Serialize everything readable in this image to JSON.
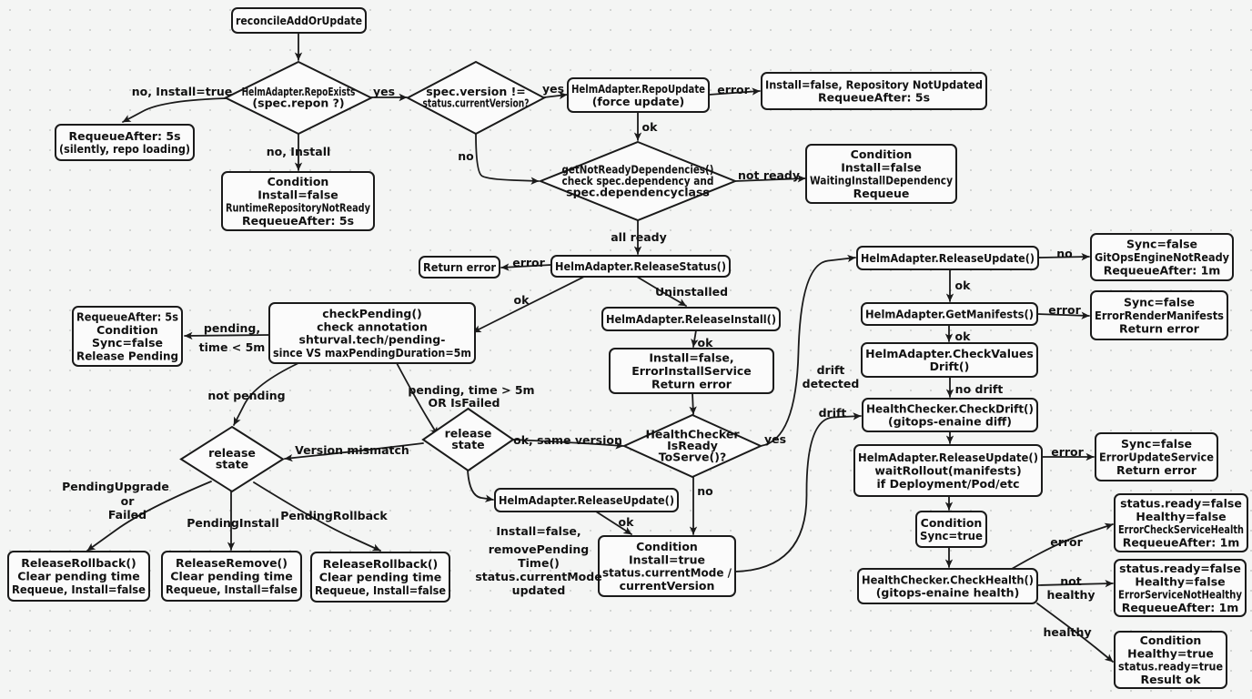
{
  "diagram": {
    "nodes": [
      {
        "id": "reconcile",
        "shape": "rect",
        "lines": [
          "reconcileAddOrUpdate"
        ]
      },
      {
        "id": "repo_exists",
        "shape": "diamond",
        "lines": [
          "HelmAdapter.RepoExists",
          "(spec.repon ?)"
        ]
      },
      {
        "id": "requeue_5s",
        "shape": "rect",
        "lines": [
          "RequeueAfter: 5s",
          "(silently, repo loading)"
        ]
      },
      {
        "id": "runtime_repo",
        "shape": "rect",
        "lines": [
          "Condition",
          "Install=false",
          "RuntimeRepositoryNotReady",
          "RequeueAfter: 5s"
        ]
      },
      {
        "id": "version_check",
        "shape": "diamond",
        "lines": [
          "spec.version !=",
          "status.currentVersion?"
        ]
      },
      {
        "id": "repo_update",
        "shape": "rect",
        "lines": [
          "HelmAdapter.RepoUpdate",
          "(force update)"
        ]
      },
      {
        "id": "repo_not_updated",
        "shape": "rect",
        "lines": [
          "Install=false, Repository NotUpdated",
          "RequeueAfter: 5s"
        ]
      },
      {
        "id": "deps",
        "shape": "diamond",
        "lines": [
          "getNotReadyDependencies()",
          "check spec.dependency and",
          "spec.dependencyclass"
        ]
      },
      {
        "id": "waiting_dep",
        "shape": "rect",
        "lines": [
          "Condition",
          "Install=false",
          "WaitingInstallDependency",
          "Requeue"
        ]
      },
      {
        "id": "release_status",
        "shape": "rect",
        "lines": [
          "HelmAdapter.ReleaseStatus()"
        ]
      },
      {
        "id": "return_error",
        "shape": "rect",
        "lines": [
          "Return error"
        ]
      },
      {
        "id": "check_pending",
        "shape": "rect",
        "lines": [
          "checkPending()",
          "check annotation",
          "shturval.tech/pending-",
          "since VS maxPendingDuration=5m"
        ]
      },
      {
        "id": "pending_release",
        "shape": "rect",
        "lines": [
          "RequeueAfter: 5s",
          "Condition",
          "Sync=false",
          "Release Pending"
        ]
      },
      {
        "id": "release_install",
        "shape": "rect",
        "lines": [
          "HelmAdapter.ReleaseInstall()"
        ]
      },
      {
        "id": "install_error",
        "shape": "rect",
        "lines": [
          "Install=false,",
          "ErrorInstallService",
          "Return error"
        ]
      },
      {
        "id": "release_state_1",
        "shape": "diamond",
        "lines": [
          "release",
          "state"
        ]
      },
      {
        "id": "release_state_2",
        "shape": "diamond",
        "lines": [
          "release",
          "state"
        ]
      },
      {
        "id": "health_ready",
        "shape": "diamond",
        "lines": [
          "HealthChecker",
          "IsReady",
          "ToServe()?"
        ]
      },
      {
        "id": "rollback_1",
        "shape": "rect",
        "lines": [
          "ReleaseRollback()",
          "Clear pending time",
          "Requeue, Install=false"
        ]
      },
      {
        "id": "remove",
        "shape": "rect",
        "lines": [
          "ReleaseRemove()",
          "Clear pending time",
          "Requeue, Install=false"
        ]
      },
      {
        "id": "rollback_2",
        "shape": "rect",
        "lines": [
          "ReleaseRollback()",
          "Clear pending time",
          "Requeue, Install=false"
        ]
      },
      {
        "id": "release_update_mid",
        "shape": "rect",
        "lines": [
          "HelmAdapter.ReleaseUpdate()"
        ]
      },
      {
        "id": "install_true",
        "shape": "rect",
        "lines": [
          "Condition",
          "Install=true",
          "status.currentMode /",
          "currentVersion"
        ]
      },
      {
        "id": "release_update_top",
        "shape": "rect",
        "lines": [
          "HelmAdapter.ReleaseUpdate()"
        ]
      },
      {
        "id": "gitops_not_ready",
        "shape": "rect",
        "lines": [
          "Sync=false",
          "GitOpsEngineNotReady",
          "RequeueAfter: 1m"
        ]
      },
      {
        "id": "get_manifests",
        "shape": "rect",
        "lines": [
          "HelmAdapter.GetManifests()"
        ]
      },
      {
        "id": "render_error",
        "shape": "rect",
        "lines": [
          "Sync=false",
          "ErrorRenderManifests",
          "Return error"
        ]
      },
      {
        "id": "check_values",
        "shape": "rect",
        "lines": [
          "HelmAdapter.CheckValues",
          "Drift()"
        ]
      },
      {
        "id": "check_drift",
        "shape": "rect",
        "lines": [
          "HealthChecker.CheckDrift()",
          "(gitops-enaine diff)"
        ]
      },
      {
        "id": "release_update_wait",
        "shape": "rect",
        "lines": [
          "HelmAdapter.ReleaseUpdate()",
          "waitRollout(manifests)",
          "if Deployment/Pod/etc"
        ]
      },
      {
        "id": "update_error",
        "shape": "rect",
        "lines": [
          "Sync=false",
          "ErrorUpdateService",
          "Return error"
        ]
      },
      {
        "id": "sync_true",
        "shape": "rect",
        "lines": [
          "Condition",
          "Sync=true"
        ]
      },
      {
        "id": "check_health",
        "shape": "rect",
        "lines": [
          "HealthChecker.CheckHealth()",
          "(gitops-enaine health)"
        ]
      },
      {
        "id": "health_error",
        "shape": "rect",
        "lines": [
          "status.ready=false",
          "Healthy=false",
          "ErrorCheckServiceHealth",
          "RequeueAfter: 1m"
        ]
      },
      {
        "id": "health_not_healthy",
        "shape": "rect",
        "lines": [
          "status.ready=false",
          "Healthy=false",
          "ErrorServiceNotHealthy",
          "RequeueAfter: 1m"
        ]
      },
      {
        "id": "health_ok",
        "shape": "rect",
        "lines": [
          "Condition",
          "Healthy=true",
          "status.ready=true",
          "Result ok"
        ]
      }
    ],
    "edges": [
      {
        "from": "reconcile",
        "to": "repo_exists",
        "label": []
      },
      {
        "from": "repo_exists",
        "to": "requeue_5s",
        "label": [
          "no, Install=true"
        ]
      },
      {
        "from": "repo_exists",
        "to": "runtime_repo",
        "label": [
          "no, Install"
        ]
      },
      {
        "from": "repo_exists",
        "to": "version_check",
        "label": [
          "yes"
        ]
      },
      {
        "from": "version_check",
        "to": "repo_update",
        "label": [
          "yes"
        ]
      },
      {
        "from": "version_check",
        "to": "deps",
        "label": [
          "no"
        ]
      },
      {
        "from": "repo_update",
        "to": "repo_not_updated",
        "label": [
          "error"
        ]
      },
      {
        "from": "repo_update",
        "to": "deps",
        "label": [
          "ok"
        ]
      },
      {
        "from": "deps",
        "to": "waiting_dep",
        "label": [
          "not ready"
        ]
      },
      {
        "from": "deps",
        "to": "release_status",
        "label": [
          "all ready"
        ]
      },
      {
        "from": "release_status",
        "to": "return_error",
        "label": [
          "error"
        ]
      },
      {
        "from": "release_status",
        "to": "check_pending",
        "label": [
          "ok"
        ]
      },
      {
        "from": "release_status",
        "to": "release_install",
        "label": [
          "Uninstalled"
        ]
      },
      {
        "from": "check_pending",
        "to": "pending_release",
        "label": [
          "pending,",
          "time < 5m"
        ]
      },
      {
        "from": "check_pending",
        "to": "release_state_1",
        "label": [
          "not pending"
        ]
      },
      {
        "from": "check_pending",
        "to": "release_state_2",
        "label": [
          "pending, time > 5m",
          "OR IsFailed"
        ]
      },
      {
        "from": "release_state_2",
        "to": "release_state_1",
        "label": [
          "Version mismatch"
        ]
      },
      {
        "from": "release_state_2",
        "to": "health_ready",
        "label": [
          "ok, same version"
        ]
      },
      {
        "from": "release_state_2",
        "to": "release_update_mid",
        "label": []
      },
      {
        "from": "release_state_1",
        "to": "rollback_1",
        "label": [
          "PendingUpgrade",
          "or",
          "Failed"
        ]
      },
      {
        "from": "release_state_1",
        "to": "remove",
        "label": [
          "PendingInstall"
        ]
      },
      {
        "from": "release_state_1",
        "to": "rollback_2",
        "label": [
          "PendingRollback"
        ]
      },
      {
        "from": "release_install",
        "to": "install_error",
        "label": [
          "ok"
        ]
      },
      {
        "from": "install_error",
        "to": "health_ready",
        "label": []
      },
      {
        "from": "health_ready",
        "to": "release_update_top",
        "label": [
          "yes"
        ]
      },
      {
        "from": "health_ready",
        "to": "install_true",
        "label": [
          "no"
        ]
      },
      {
        "from": "release_update_mid",
        "to": "install_true",
        "label": [
          "ok"
        ]
      },
      {
        "from": "release_update_mid",
        "to": "install_true",
        "label": [
          "Install=false,",
          "removePending",
          "Time()",
          "status.currentMode",
          "updated"
        ]
      },
      {
        "from": "install_true",
        "to": "check_drift",
        "label": [
          "drift"
        ]
      },
      {
        "from": "release_update_top",
        "to": "gitops_not_ready",
        "label": [
          "no"
        ]
      },
      {
        "from": "release_update_top",
        "to": "get_manifests",
        "label": [
          "ok"
        ]
      },
      {
        "from": "get_manifests",
        "to": "render_error",
        "label": [
          "error"
        ]
      },
      {
        "from": "get_manifests",
        "to": "check_values",
        "label": [
          "ok"
        ]
      },
      {
        "from": "check_values",
        "to": "check_drift",
        "label": [
          "no drift"
        ]
      },
      {
        "from": "check_values",
        "to": "release_update_top",
        "label": [
          "drift",
          "detected"
        ]
      },
      {
        "from": "check_drift",
        "to": "release_update_wait",
        "label": []
      },
      {
        "from": "release_update_wait",
        "to": "update_error",
        "label": [
          "error"
        ]
      },
      {
        "from": "release_update_wait",
        "to": "sync_true",
        "label": []
      },
      {
        "from": "sync_true",
        "to": "check_health",
        "label": []
      },
      {
        "from": "check_health",
        "to": "health_error",
        "label": [
          "error"
        ]
      },
      {
        "from": "check_health",
        "to": "health_not_healthy",
        "label": [
          "not",
          "healthy"
        ]
      },
      {
        "from": "check_health",
        "to": "health_ok",
        "label": [
          "healthy"
        ]
      }
    ]
  }
}
